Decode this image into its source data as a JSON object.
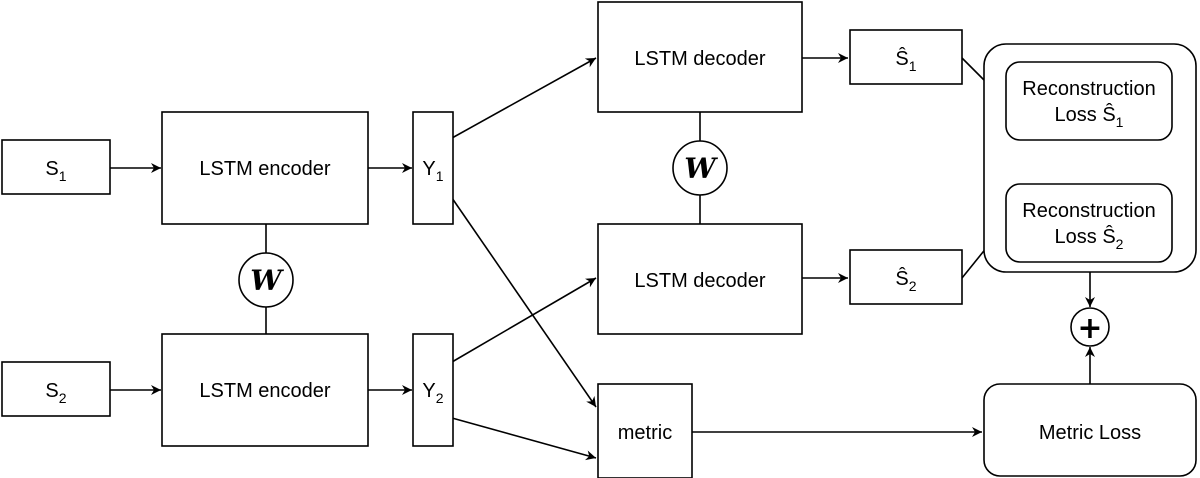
{
  "inputs": {
    "s1": {
      "base": "S",
      "sub": "1"
    },
    "s2": {
      "base": "S",
      "sub": "2"
    }
  },
  "encoders": {
    "top": "LSTM encoder",
    "bottom": "LSTM encoder"
  },
  "embeddings": {
    "y1": {
      "base": "Y",
      "sub": "1"
    },
    "y2": {
      "base": "Y",
      "sub": "2"
    }
  },
  "decoders": {
    "top": "LSTM decoder",
    "bottom": "LSTM decoder"
  },
  "shared_weights": {
    "encoder": "W",
    "decoder": "W"
  },
  "outputs": {
    "s1_hat": {
      "base": "Ŝ",
      "sub": "1"
    },
    "s2_hat": {
      "base": "Ŝ",
      "sub": "2"
    }
  },
  "losses": {
    "recon1": {
      "line1": "Reconstruction",
      "line2": "Loss Ŝ",
      "sub": "1"
    },
    "recon2": {
      "line1": "Reconstruction",
      "line2": "Loss Ŝ",
      "sub": "2"
    },
    "metric_loss": "Metric Loss"
  },
  "metric": "metric",
  "sum_symbol": "+"
}
